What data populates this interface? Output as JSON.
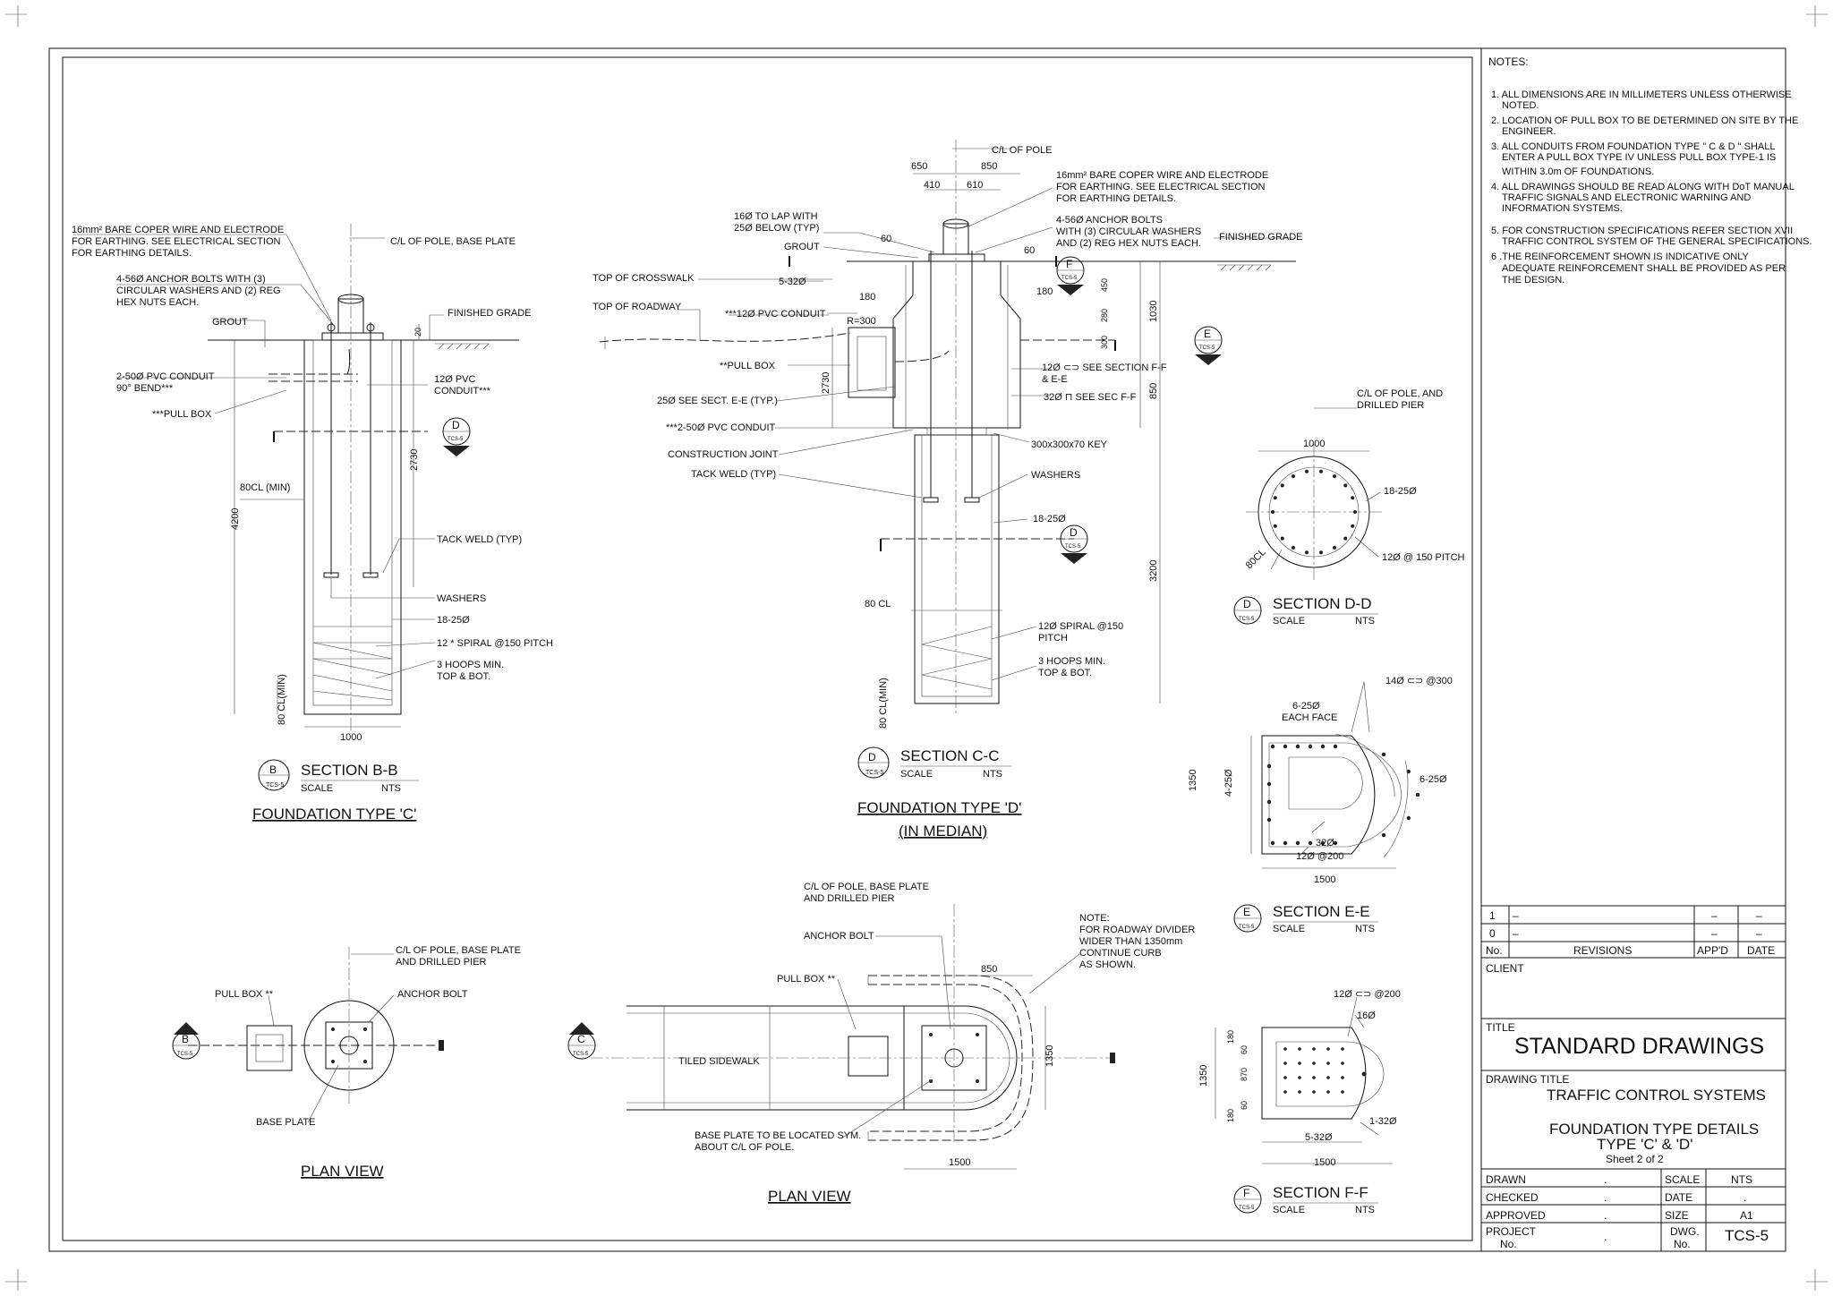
{
  "notes": {
    "heading": "NOTES:",
    "items": [
      [
        "1. ALL DIMENSIONS ARE IN MILLIMETERS UNLESS OTHERWISE",
        "NOTED."
      ],
      [
        "2. LOCATION OF PULL BOX TO BE DETERMINED ON SITE BY THE",
        "ENGINEER."
      ],
      [
        "3. ALL CONDUITS FROM FOUNDATION TYPE \" C & D \" SHALL",
        "ENTER A PULL BOX TYPE IV UNLESS PULL BOX TYPE-1 IS",
        "WITHIN 3.0m OF FOUNDATIONS."
      ],
      [
        "4. ALL DRAWINGS SHOULD BE READ ALONG WITH DoT MANUAL",
        "TRAFFIC SIGNALS AND ELECTRONIC WARNING AND",
        "INFORMATION SYSTEMS."
      ],
      [
        "5. FOR CONSTRUCTION SPECIFICATIONS REFER SECTION XVII",
        "TRAFFIC CONTROL SYSTEM OF THE GENERAL SPECIFICATIONS."
      ],
      [
        "6 .THE REINFORCEMENT SHOWN IS INDICATIVE ONLY",
        "ADEQUATE REINFORCEMENT SHALL BE PROVIDED AS PER",
        "THE DESIGN."
      ]
    ]
  },
  "revisions": {
    "rows": [
      {
        "no": "1",
        "desc": "–",
        "appd": "–",
        "date": "–"
      },
      {
        "no": "0",
        "desc": "–",
        "appd": "–",
        "date": "–"
      }
    ],
    "headers": {
      "no": "No.",
      "desc": "REVISIONS",
      "appd": "APP'D",
      "date": "DATE"
    }
  },
  "title_block": {
    "client_label": "CLIENT",
    "title_label": "TITLE",
    "title": "STANDARD DRAWINGS",
    "drawing_title_label": "DRAWING TITLE",
    "drawing_title": "TRAFFIC CONTROL SYSTEMS",
    "subtitle_1": "FOUNDATION TYPE DETAILS",
    "subtitle_2": "TYPE 'C' & 'D'",
    "sheet": "Sheet 2 of 2",
    "drawn_label": "DRAWN",
    "drawn": ".",
    "checked_label": "CHECKED",
    "checked": ".",
    "approved_label": "APPROVED",
    "approved": ".",
    "project_label_1": "PROJECT",
    "project_label_2": "No.",
    "project": ".",
    "scale_label": "SCALE",
    "scale": "NTS",
    "date_label": "DATE",
    "date": ".",
    "size_label": "SIZE",
    "size": "A1",
    "dwg_label_1": "DWG.",
    "dwg_label_2": "No.",
    "dwg": "TCS-5"
  },
  "labels": {
    "sheet_ref": "TCS-5",
    "scale": "SCALE",
    "nts": "NTS",
    "sec_bb": "SECTION B-B",
    "sec_cc": "SECTION C-C",
    "sec_dd": "SECTION D-D",
    "sec_ee": "SECTION E-E",
    "sec_ff": "SECTION F-F",
    "b": "B",
    "c": "C",
    "d": "D",
    "e": "E",
    "f": "F",
    "found_c": "FOUNDATION TYPE 'C'",
    "found_d": "FOUNDATION TYPE 'D'",
    "in_median": "(IN MEDIAN)",
    "plan_view": "PLAN VIEW"
  },
  "fc": {
    "wire_1": "16mm² BARE COPER WIRE AND ELECTRODE",
    "wire_2": "FOR EARTHING. SEE ELECTRICAL SECTION",
    "wire_3": "FOR EARTHING DETAILS.",
    "cl": "C/L OF POLE, BASE PLATE",
    "bolts_1": "4-56Ø ANCHOR BOLTS WITH (3)",
    "bolts_2": "CIRCULAR WASHERS AND (2) REG",
    "bolts_3": "HEX NUTS EACH.",
    "grout": "GROUT",
    "finished_grade": "FINISHED GRADE",
    "d20": "20",
    "conduit_1": "2-50Ø PVC CONDUIT",
    "conduit_2": "90° BEND***",
    "pvc_1": "12Ø PVC",
    "pvc_2": "CONDUIT***",
    "pullbox": "***PULL BOX",
    "d2730": "2730",
    "cl_min": "80CL (MIN)",
    "d4200": "4200",
    "tack": "TACK WELD (TYP)",
    "washers": "WASHERS",
    "bars": "18-25Ø",
    "spiral": "12 * SPIRAL @150 PITCH",
    "hoops_1": "3 HOOPS MIN.",
    "hoops_2": "TOP & BOT.",
    "cl80": "80 CL(MIN)",
    "d1000": "1000"
  },
  "fd": {
    "cl": "C/L OF POLE",
    "d650": "650",
    "d850": "850",
    "d410": "410",
    "d610": "610",
    "wire_1": "16mm² BARE COPER WIRE AND ELECTRODE",
    "wire_2": "FOR EARTHING. SEE ELECTRICAL SECTION",
    "wire_3": "FOR EARTHING DETAILS.",
    "bolts_1": "4-56Ø ANCHOR BOLTS",
    "bolts_2": "WITH (3) CIRCULAR WASHERS",
    "bolts_3": "AND (2) REG HEX NUTS EACH.",
    "lap_1": "16Ø TO LAP WITH",
    "lap_2": "25Ø BELOW (TYP)",
    "grout": "GROUT",
    "d60a": "60",
    "d60b": "60",
    "finished_grade": "FINISHED GRADE",
    "crosswalk": "TOP OF CROSSWALK",
    "bar532": "5-32Ø",
    "d180a": "180",
    "d180b": "180",
    "d450": "450",
    "d1030": "1030",
    "d280": "280",
    "d300": "300",
    "roadway": "TOP OF ROADWAY",
    "pvc": "***12Ø PVC CONDUIT",
    "r300": "R=300",
    "pullbox": "**PULL BOX",
    "d2730": "2730",
    "see_ff_1": "12Ø ⊂⊃ SEE SECTION F-F",
    "see_ff_2": "& E-E",
    "see_ff_3": "32Ø ⊓ SEE SEC F-F",
    "see_ee": "25Ø SEE SECT. E-E (TYP.)",
    "conduit": "***2-50Ø PVC CONDUIT",
    "key": "300x300x70 KEY",
    "joint": "CONSTRUCTION JOINT",
    "tack": "TACK WELD (TYP)",
    "washers": "WASHERS",
    "bars": "18-25Ø",
    "d3200": "3200",
    "cl80": "80 CL",
    "spiral_1": "12Ø SPIRAL @150",
    "spiral_2": "PITCH",
    "hoops_1": "3 HOOPS MIN.",
    "hoops_2": "TOP & BOT.",
    "cl80min": "80 CL(MIN)"
  },
  "dd": {
    "cl_1": "C/L OF POLE, AND",
    "cl_2": "DRILLED PIER",
    "d1000": "1000",
    "bars": "18-25Ø",
    "cl80": "80CL",
    "pitch": "12Ø @ 150 PITCH"
  },
  "ee": {
    "stirrup": "14Ø ⊂⊃ @300",
    "each_1": "6-25Ø",
    "each_2": "EACH FACE",
    "d1350": "1350",
    "side": "4-25Ø",
    "arc": "6-25Ø",
    "b32": "32Ø",
    "b12": "12Ø @200",
    "d1500": "1500"
  },
  "pc": {
    "cl_1": "C/L OF POLE, BASE PLATE",
    "cl_2": "AND DRILLED PIER",
    "pullbox": "PULL BOX **",
    "anchor": "ANCHOR BOLT",
    "base": "BASE PLATE"
  },
  "pd": {
    "cl_1": "C/L OF POLE, BASE PLATE",
    "cl_2": "AND DRILLED PIER",
    "anchor": "ANCHOR BOLT",
    "pullbox": "PULL BOX **",
    "d850": "850",
    "note_1": "NOTE:",
    "note_2": "FOR ROADWAY DIVIDER",
    "note_3": "WIDER THAN 1350mm",
    "note_4": "CONTINUE CURB",
    "note_5": "AS SHOWN.",
    "d1350": "1350",
    "tiled": "TILED SIDEWALK",
    "base_1": "BASE PLATE TO BE LOCATED SYM.",
    "base_2": "ABOUT C/L OF POLE.",
    "d1500": "1500"
  },
  "ff": {
    "stirrup": "12Ø ⊂⊃ @200",
    "b16": "16Ø",
    "d180a": "180",
    "d60a": "60",
    "d870": "870",
    "d60b": "60",
    "d180b": "180",
    "d1350": "1350",
    "b532": "5-32Ø",
    "b132": "1-32Ø",
    "d1500": "1500"
  }
}
